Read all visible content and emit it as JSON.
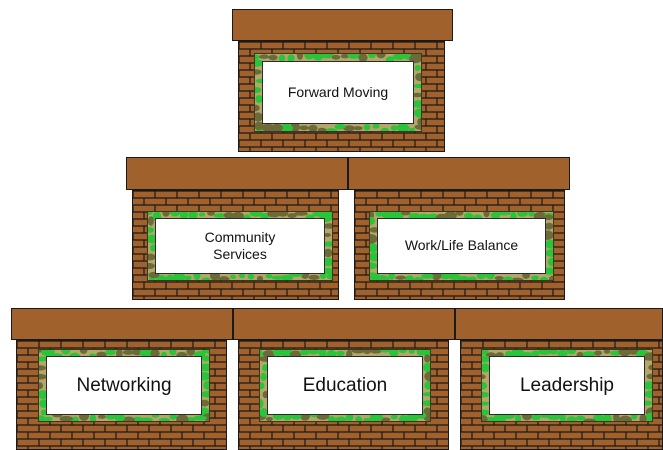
{
  "colors": {
    "cap": "#a0612c",
    "brick": "#a0612c",
    "mortar": "#1a1a1a",
    "camo_base": "#b5a66a",
    "camo_green": "#29c43a",
    "camo_dark": "#6b6b3a"
  },
  "blocks": {
    "forward_moving": {
      "label": "Forward Moving"
    },
    "community_services": {
      "label_line1": "Community",
      "label_line2": "Services"
    },
    "work_life_balance": {
      "label": "Work/Life Balance"
    },
    "networking": {
      "label": "Networking"
    },
    "education": {
      "label": "Education"
    },
    "leadership": {
      "label": "Leadership"
    }
  }
}
